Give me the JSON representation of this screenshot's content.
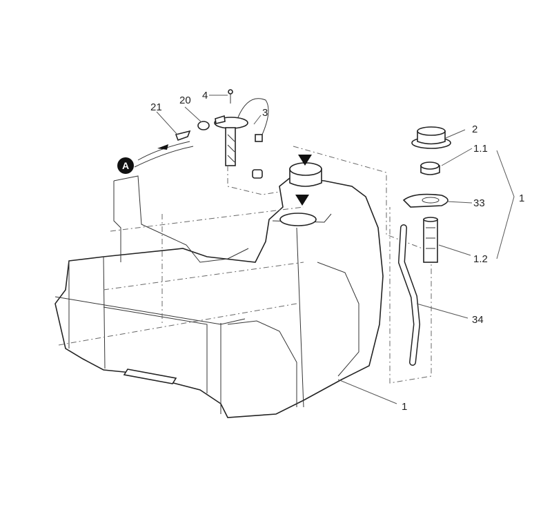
{
  "diagram": {
    "callouts": {
      "p21": "21",
      "p20": "20",
      "p4": "4",
      "p3": "3",
      "pA": "A",
      "p2": "2",
      "p1_1": "1.1",
      "p33": "33",
      "p1_2": "1.2",
      "p34": "34",
      "p1_group": "1",
      "p1_tank": "1"
    }
  }
}
